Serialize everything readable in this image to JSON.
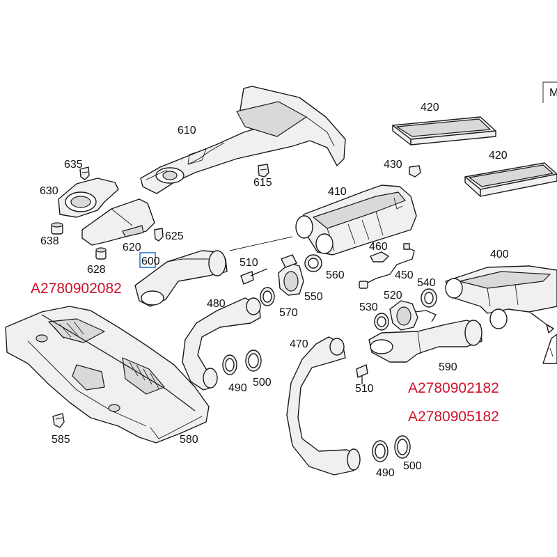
{
  "labels": {
    "p610": "610",
    "p635": "635",
    "p630": "630",
    "p638": "638",
    "p620": "620",
    "p625": "625",
    "p628": "628",
    "p600": "600",
    "p615": "615",
    "p420a": "420",
    "p420b": "420",
    "p430": "430",
    "p410": "410",
    "p460": "460",
    "p400": "400",
    "p510a": "510",
    "p550": "550",
    "p560": "560",
    "p570": "570",
    "p450": "450",
    "p540": "540",
    "p520": "520",
    "p530": "530",
    "p480": "480",
    "p470": "470",
    "p490a": "490",
    "p500a": "500",
    "p510b": "510",
    "p590": "590",
    "p585": "585",
    "p580": "580",
    "p490b": "490",
    "p500b": "500",
    "corner": "M"
  },
  "part_numbers": {
    "left": "A2780902082",
    "right1": "A2780902182",
    "right2": "A2780905182"
  },
  "colors": {
    "part_number_red": "#d0102a",
    "highlight_box": "#1f6fd6"
  }
}
